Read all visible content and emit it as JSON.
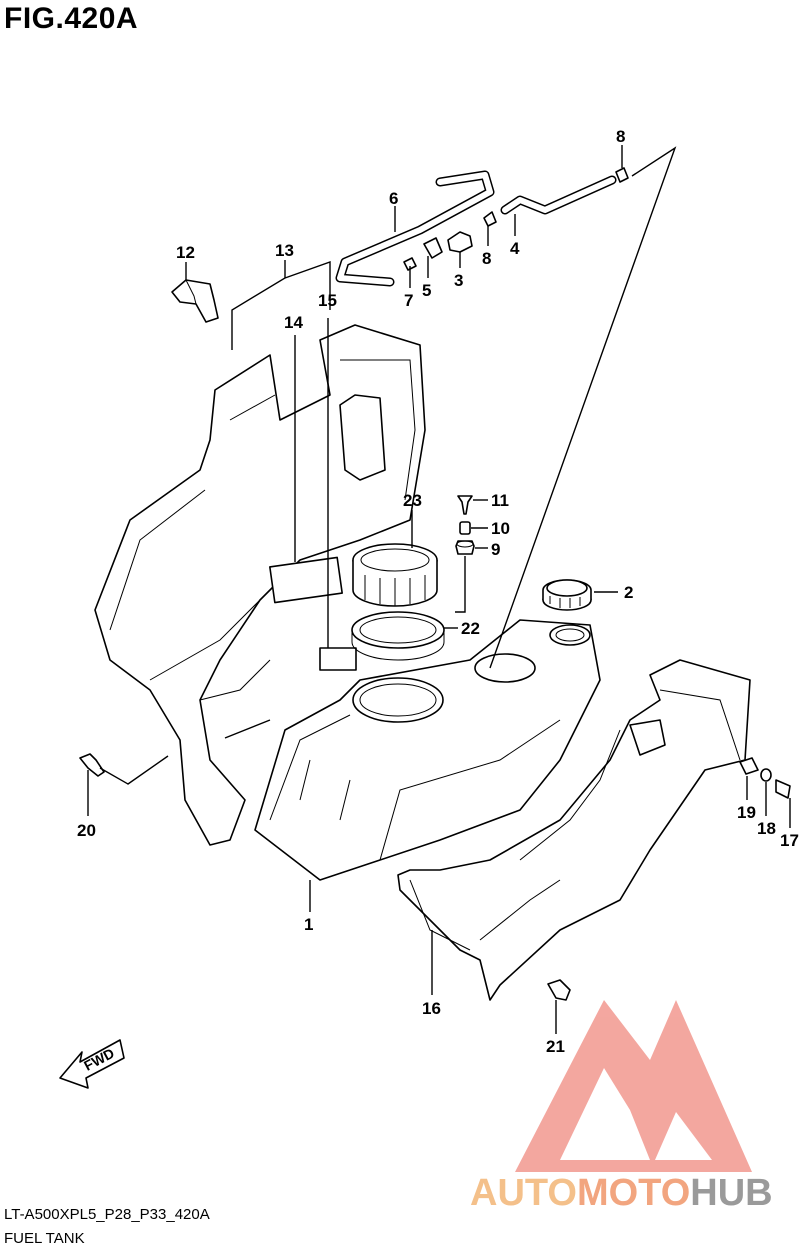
{
  "figure": {
    "title": "FIG.420A",
    "code": "LT-A500XPL5_P28_P33_420A",
    "name": "FUEL TANK"
  },
  "callouts": [
    "1",
    "2",
    "3",
    "4",
    "5",
    "6",
    "7",
    "8",
    "8",
    "9",
    "10",
    "11",
    "12",
    "13",
    "14",
    "15",
    "16",
    "17",
    "18",
    "19",
    "20",
    "21",
    "22",
    "23"
  ],
  "direction_label": "FWD",
  "watermark": {
    "part1": "AUTO",
    "part2": "MOTO",
    "part3": "HUB",
    "colors": {
      "auto": "#f4c08a",
      "moto": "#f2a57f",
      "hub": "#9a9a9a",
      "logo": "#f08a80"
    }
  }
}
